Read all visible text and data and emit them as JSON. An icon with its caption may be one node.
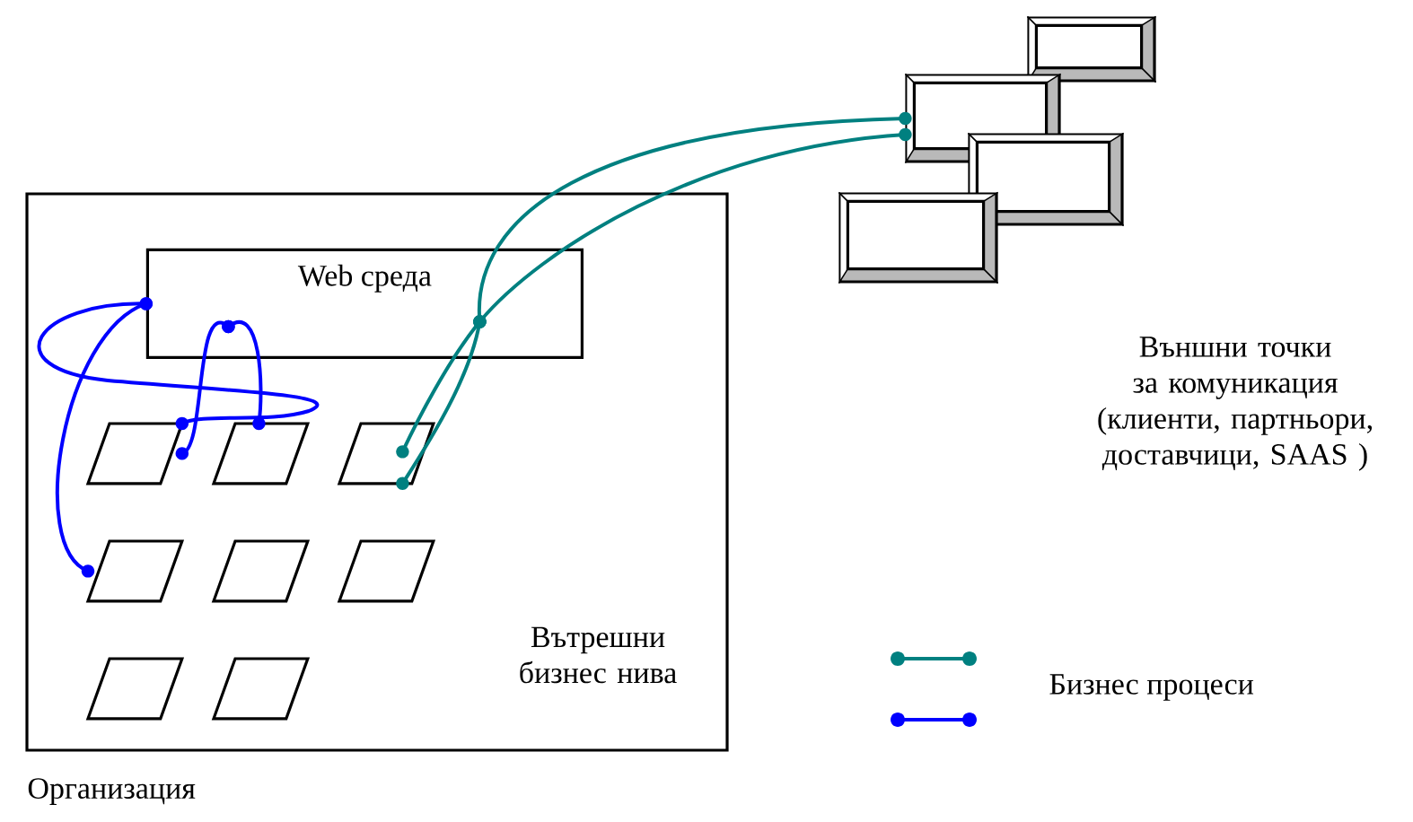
{
  "diagram": {
    "nodes": [
      {
        "text": [
          "Организация",
          "Вътрешни бизнес нива"
        ]
      },
      {
        "text": [
          "Web среда"
        ],
        "in": 0
      },
      {
        "text": [],
        "shape": "parallelogram",
        "in": 0
      },
      {
        "text": [],
        "shape": "parallelogram",
        "in": 0
      },
      {
        "text": [],
        "shape": "parallelogram",
        "in": 0
      },
      {
        "text": [],
        "shape": "parallelogram",
        "in": 0
      },
      {
        "text": [],
        "shape": "parallelogram",
        "in": 0
      },
      {
        "text": [],
        "shape": "parallelogram",
        "in": 0
      },
      {
        "text": [],
        "shape": "parallelogram",
        "in": 0
      },
      {
        "text": [],
        "shape": "parallelogram",
        "in": 0
      },
      {
        "text": [],
        "shape": "box"
      },
      {
        "text": [],
        "shape": "box"
      },
      {
        "text": [],
        "shape": "box"
      },
      {
        "text": [],
        "shape": "box"
      }
    ],
    "edges": [
      {
        "from": 1,
        "to": 2,
        "arrow": "other",
        "color": "#0000ff"
      },
      {
        "from": 1,
        "to": 5,
        "arrow": "other",
        "color": "#0000ff"
      },
      {
        "from": 1,
        "to": 2,
        "arrow": "other",
        "color": "#0000ff"
      },
      {
        "from": 1,
        "to": 3,
        "arrow": "other",
        "color": "#0000ff"
      },
      {
        "from": 11,
        "to": 1,
        "arrow": "other",
        "color": "#008080"
      },
      {
        "from": 11,
        "to": 1,
        "arrow": "other",
        "color": "#008080"
      },
      {
        "from": 1,
        "to": 4,
        "arrow": "other",
        "color": "#008080"
      },
      {
        "from": 1,
        "to": 4,
        "arrow": "other",
        "color": "#008080"
      }
    ],
    "labels": [
      "Външни точки за комуникация (клиенти, партньори, доставчици, SAAS )"
    ],
    "legend": [
      {
        "text": "Бизнес процеси"
      }
    ]
  }
}
